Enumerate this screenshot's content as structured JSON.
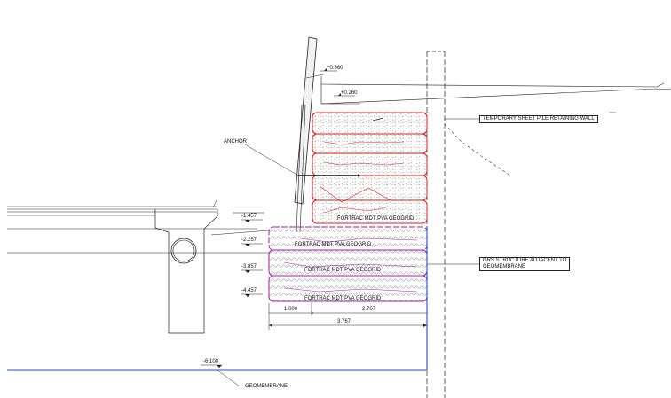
{
  "labels": {
    "temp_wall": "TEMPORARY SHEET PILE RETAINING WALL",
    "grs_line1": "GRS STRUCTURE ADJACENT TO",
    "grs_line2": "GEOMEMBRANE",
    "anchor": "ANCHOR",
    "geomembrane": "GEOMEMBRANE",
    "geogrid": "FORTRAC MDT PVA GEOGRID"
  },
  "levels": {
    "l0860": "+0.860",
    "l0260": "+0.260",
    "l1457": "-1.457",
    "l2257": "-2.257",
    "l3857": "-3.857",
    "l4457": "-4.457",
    "l6100": "-6.100"
  },
  "dimensions": {
    "d1000": "1.000",
    "d2767": "2.767",
    "d3767": "3.767"
  },
  "colors": {
    "upper_geogrid": "#e0201b",
    "lower_geogrid": "#a21caf",
    "geomembrane": "#1d4ed8",
    "linework": "#222222"
  }
}
